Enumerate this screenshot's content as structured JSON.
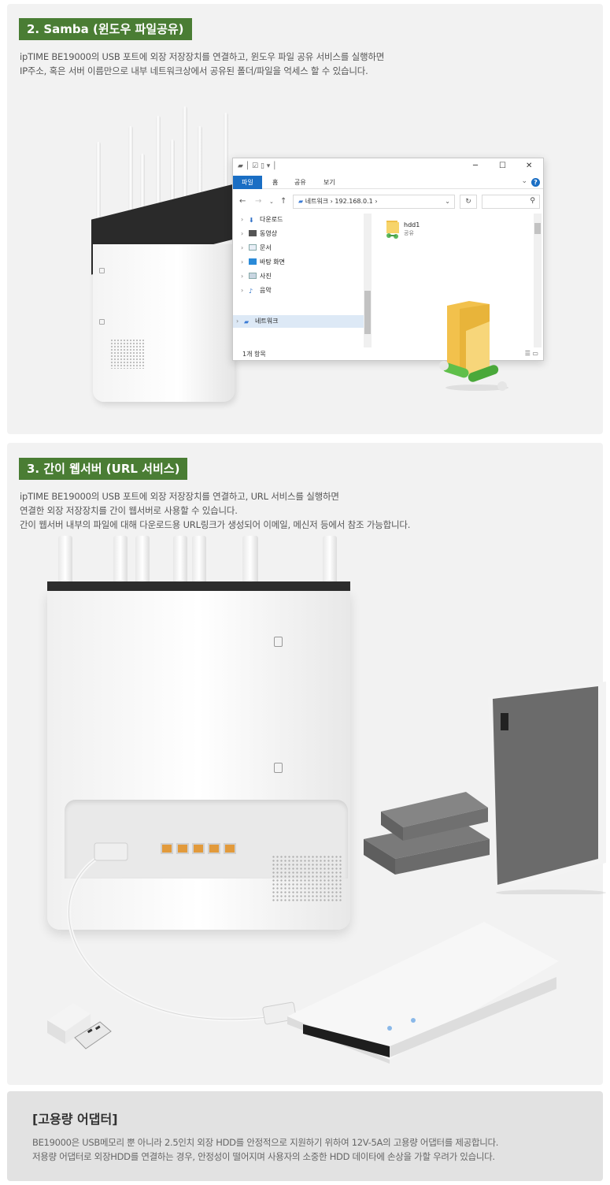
{
  "samba": {
    "heading": "2. Samba (윈도우 파일공유)",
    "lines": [
      "ipTIME BE19000의 USB 포트에 외장 저장장치를 연결하고, 윈도우 파일 공유 서비스를 실행하면",
      "IP주소, 혹은 서버 이름만으로 내부 네트워크상에서 공유된 폴더/파일을 억세스 할 수 있습니다."
    ],
    "explorer": {
      "tabs": [
        "파일",
        "홈",
        "공유",
        "보기"
      ],
      "address": "네트워크 › 192.168.0.1 ›",
      "nav_items": [
        "다운로드",
        "동영상",
        "문서",
        "바탕 화면",
        "사진",
        "음악"
      ],
      "network_item": "네트워크",
      "folder_name": "hdd1",
      "folder_sub": "공유",
      "status": "1개 항목"
    }
  },
  "web": {
    "heading": "3. 간이 웹서버 (URL 서비스)",
    "lines": [
      "ipTIME BE19000의 USB 포트에 외장 저장장치를 연결하고, URL 서비스를 실행하면",
      "연결한 외장 저장장치를 간이 웹서버로 사용할 수 있습니다.",
      "간이 웹서버 내부의 파일에 대해 다운로드용 URL링크가 생성되어 이메일, 메신저 등에서 참조 가능합니다."
    ]
  },
  "adapter": {
    "title": "[고용량 어댑터]",
    "lines": [
      "BE19000은 USB메모리 뿐 아니라 2.5인치 외장 HDD를 안정적으로 지원하기 위하여 12V-5A의 고용량 어댑터를 제공합니다.",
      "저용량 어댑터로 외장HDD를 연결하는 경우, 안정성이 떨어지며 사용자의 소중한 HDD 데이타에 손상을 가할 우려가 있습니다."
    ]
  },
  "colors": {
    "heading_bg": "#4a7d34",
    "explorer_accent": "#1a6ec4",
    "port_orange": "#e29a3b"
  }
}
